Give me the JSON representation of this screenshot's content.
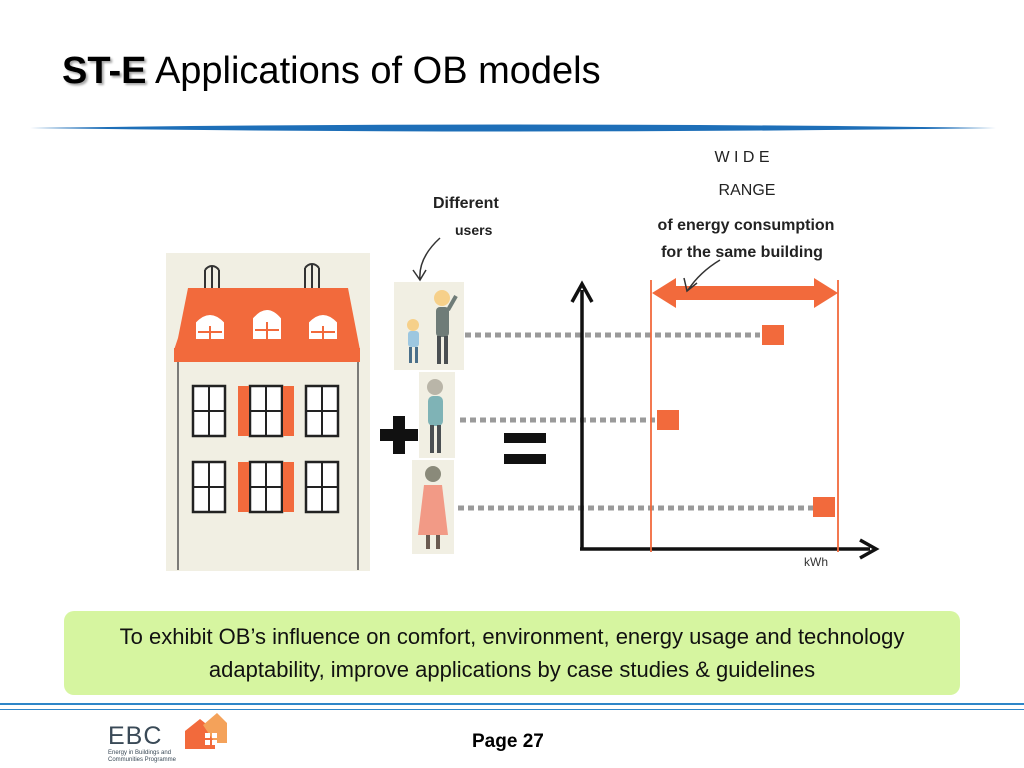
{
  "slide": {
    "title_code": "ST-E",
    "title_rest": "Applications of OB models",
    "page_label": "Page 27"
  },
  "figure": {
    "users_label_line1": "Different",
    "users_label_line2": "users",
    "wide": "W I D E",
    "range": "RANGE",
    "energy_line1": "of energy consumption",
    "energy_line2": "for the same building",
    "axis_unit": "kWh",
    "plus": "+",
    "equals": "="
  },
  "summary": {
    "text": "To exhibit OB’s influence on comfort, environment, energy usage and technology adaptability, improve applications by case studies & guidelines"
  },
  "logo": {
    "name": "EBC",
    "subtitle": "Energy in Buildings and Communities Programme"
  },
  "colors": {
    "accent_orange": "#f26a3c",
    "title_bar_blue": "#1e6fb8",
    "summary_green": "#d6f5a0",
    "footer_blue": "#2e86c8"
  }
}
